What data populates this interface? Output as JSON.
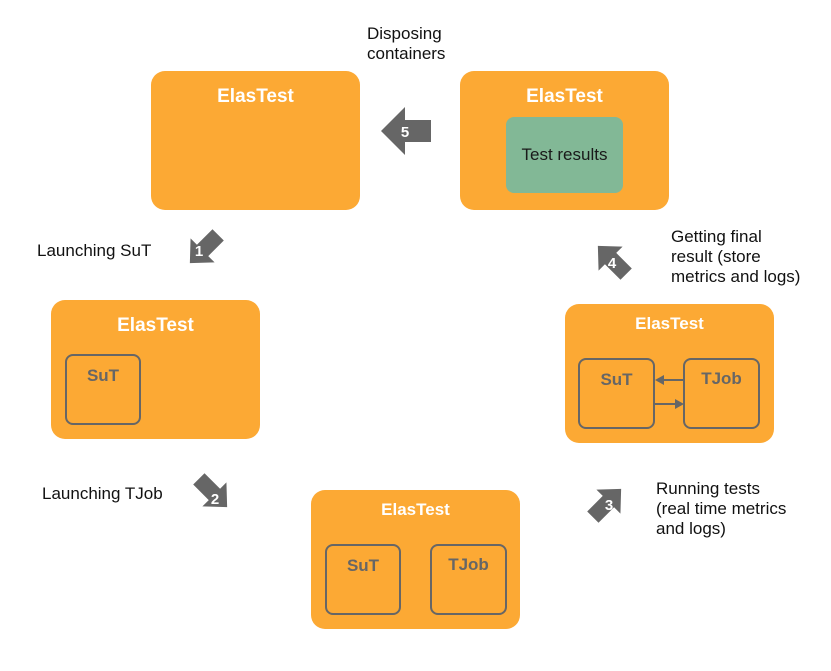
{
  "colors": {
    "box": "#fca934",
    "box_title": "#ffffff",
    "inner_border": "#666666",
    "results": "#82b896",
    "arrow": "#666666"
  },
  "boxes": {
    "top_left": {
      "title": "ElasTest"
    },
    "top_right": {
      "title": "ElasTest",
      "results_label": "Test results"
    },
    "mid_left": {
      "title": "ElasTest",
      "sut_label": "SuT"
    },
    "mid_right": {
      "title": "ElasTest",
      "sut_label": "SuT",
      "tjob_label": "TJob"
    },
    "bottom": {
      "title": "ElasTest",
      "sut_label": "SuT",
      "tjob_label": "TJob"
    }
  },
  "steps": [
    {
      "number": "1",
      "caption_lines": [
        "Launching SuT"
      ]
    },
    {
      "number": "2",
      "caption_lines": [
        "Launching TJob"
      ]
    },
    {
      "number": "3",
      "caption_lines": [
        "Running tests",
        "(real time metrics",
        "and logs)"
      ]
    },
    {
      "number": "4",
      "caption_lines": [
        "Getting final",
        "result (store",
        "metrics and logs)"
      ]
    },
    {
      "number": "5",
      "caption_lines": [
        "Disposing",
        "containers"
      ]
    }
  ],
  "icons": {
    "step_arrow": "block-arrow-icon",
    "flow_arrow": "thin-arrow-icon"
  }
}
